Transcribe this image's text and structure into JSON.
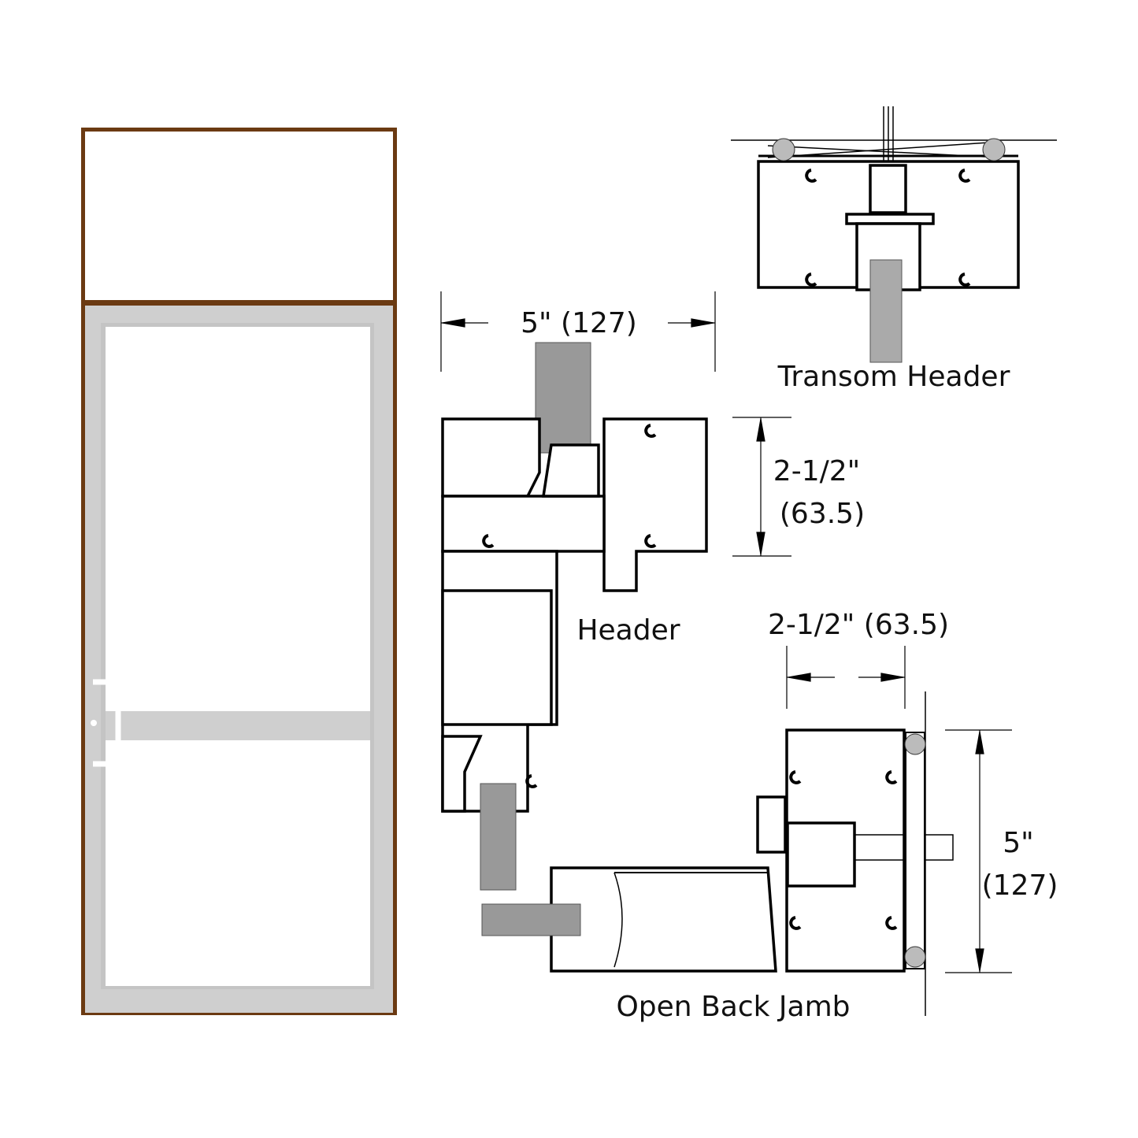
{
  "colors": {
    "frame": "#6b3a12",
    "door": "#cfcfcf",
    "line": "#000000"
  },
  "labels": {
    "header_width": "5\" (127)",
    "transom_header": "Transom Header",
    "header_depth_in": "2-1/2\"",
    "header_depth_mm": "(63.5)",
    "header": "Header",
    "jamb_width": "2-1/2\" (63.5)",
    "jamb_depth_in": "5\"",
    "jamb_depth_mm": "(127)",
    "open_back_jamb": "Open Back Jamb"
  }
}
